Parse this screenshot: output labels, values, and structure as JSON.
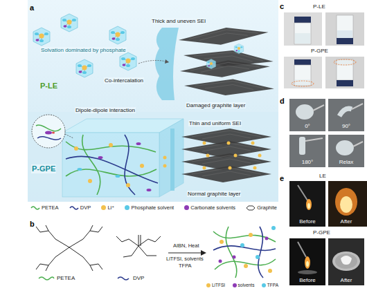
{
  "diagram": {
    "nodes": [
      {
        "text": [
          "0°"
        ]
      },
      {
        "text": [
          "90°"
        ]
      },
      {
        "text": [
          "180°"
        ]
      },
      {
        "text": [
          "Relax"
        ]
      },
      {
        "text": [
          "Before"
        ]
      },
      {
        "text": [
          "After"
        ]
      },
      {
        "text": [
          "Before"
        ]
      },
      {
        "text": [
          "After"
        ]
      }
    ],
    "labels": [
      "a",
      "Thick and uneven SEI",
      "Solvation dominated by phosphate",
      "P-LE",
      "Co-intercalation",
      "Damaged graphite layer",
      "Dipole-dipole interaction",
      "Thin and uniform SEI",
      "P-GPE",
      "Normal graphite layer",
      "b",
      "PETEA",
      "DVP",
      "AIBN, Heat",
      "LiTFSI, solvents",
      "TFPA",
      "c",
      "P-LE",
      "P-GPE",
      "d",
      "e",
      "LE",
      "P-GPE"
    ],
    "legend": [
      {
        "text": "PETEA"
      },
      {
        "text": "DVP"
      },
      {
        "text": "Li⁺",
        "color": "#f2c14e"
      },
      {
        "text": "Phosphate solvent",
        "color": "#59c9e6"
      },
      {
        "text": "Carbonate solvents",
        "color": "#8e3bb5"
      },
      {
        "text": "Graphite"
      },
      {
        "text": "LiTFSI",
        "color": "#f2c14e"
      },
      {
        "text": "solvents",
        "color": "#8e3bb5"
      },
      {
        "text": "TFPA",
        "color": "#59c9e6"
      }
    ]
  }
}
